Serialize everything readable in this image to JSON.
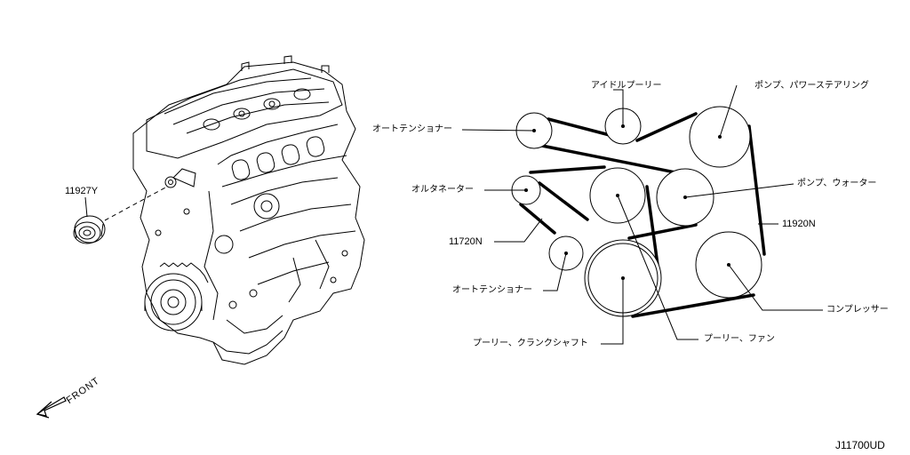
{
  "diagram_code": "J11700UD",
  "front_label": "FRONT",
  "part_numbers": {
    "tensioner_part": "11927Y",
    "belt_short": "11720N",
    "belt_long": "11920N"
  },
  "pulley_labels": {
    "auto_tensioner_upper": "オートテンショナー",
    "idler_pulley": "アイドルプーリー",
    "power_steering_pump": "ポンプ、パワーステアリング",
    "alternator": "オルタネーター",
    "water_pump": "ポンプ、ウォーター",
    "auto_tensioner_lower": "オートテンショナー",
    "compressor": "コンプレッサー",
    "crankshaft_pulley": "プーリー、クランクシャフト",
    "fan_pulley": "プーリー、ファン"
  },
  "colors": {
    "line": "#000000",
    "background": "#ffffff"
  }
}
